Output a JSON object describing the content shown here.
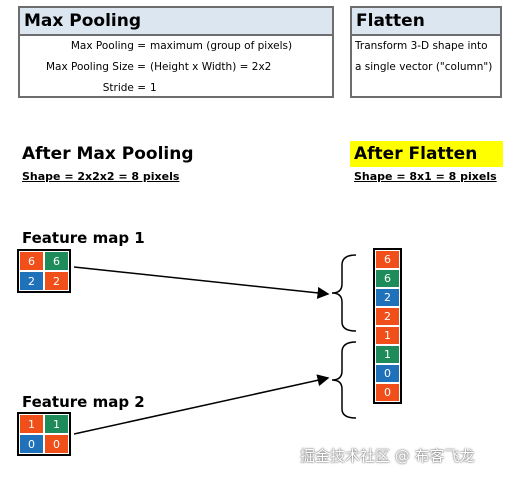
{
  "colors": {
    "orange": "#f04f1a",
    "green": "#1e8c5a",
    "blue": "#1f71ba",
    "header_fill": "#dce6f1",
    "highlight": "#ffff00"
  },
  "maxpool_box": {
    "title": "Max Pooling",
    "rows": [
      {
        "key": "Max Pooling =",
        "value": "maximum (group of pixels)"
      },
      {
        "key": "Max Pooling Size =",
        "value": "(Height x Width) = 2x2"
      },
      {
        "key": "Stride =",
        "value": "1"
      }
    ]
  },
  "flatten_box": {
    "title": "Flatten",
    "lines": [
      "Transform 3-D shape into",
      "a single vector (\"column\")"
    ]
  },
  "after_maxpool": {
    "title": "After Max Pooling",
    "shape": "Shape = 2x2x2 = 8 pixels"
  },
  "after_flatten": {
    "title": "After Flatten",
    "shape": "Shape = 8x1 = 8 pixels"
  },
  "feature_maps": [
    {
      "label": "Feature map 1",
      "cells": [
        {
          "value": "6",
          "color": "orange"
        },
        {
          "value": "6",
          "color": "green"
        },
        {
          "value": "2",
          "color": "blue"
        },
        {
          "value": "2",
          "color": "orange"
        }
      ]
    },
    {
      "label": "Feature map 2",
      "cells": [
        {
          "value": "1",
          "color": "orange"
        },
        {
          "value": "1",
          "color": "green"
        },
        {
          "value": "0",
          "color": "blue"
        },
        {
          "value": "0",
          "color": "orange"
        }
      ]
    }
  ],
  "flattened_vector": [
    {
      "value": "6",
      "color": "orange"
    },
    {
      "value": "6",
      "color": "green"
    },
    {
      "value": "2",
      "color": "blue"
    },
    {
      "value": "2",
      "color": "orange"
    },
    {
      "value": "1",
      "color": "orange"
    },
    {
      "value": "1",
      "color": "green"
    },
    {
      "value": "0",
      "color": "blue"
    },
    {
      "value": "0",
      "color": "orange"
    }
  ],
  "watermark": "掘金技术社区 @ 布客飞龙"
}
